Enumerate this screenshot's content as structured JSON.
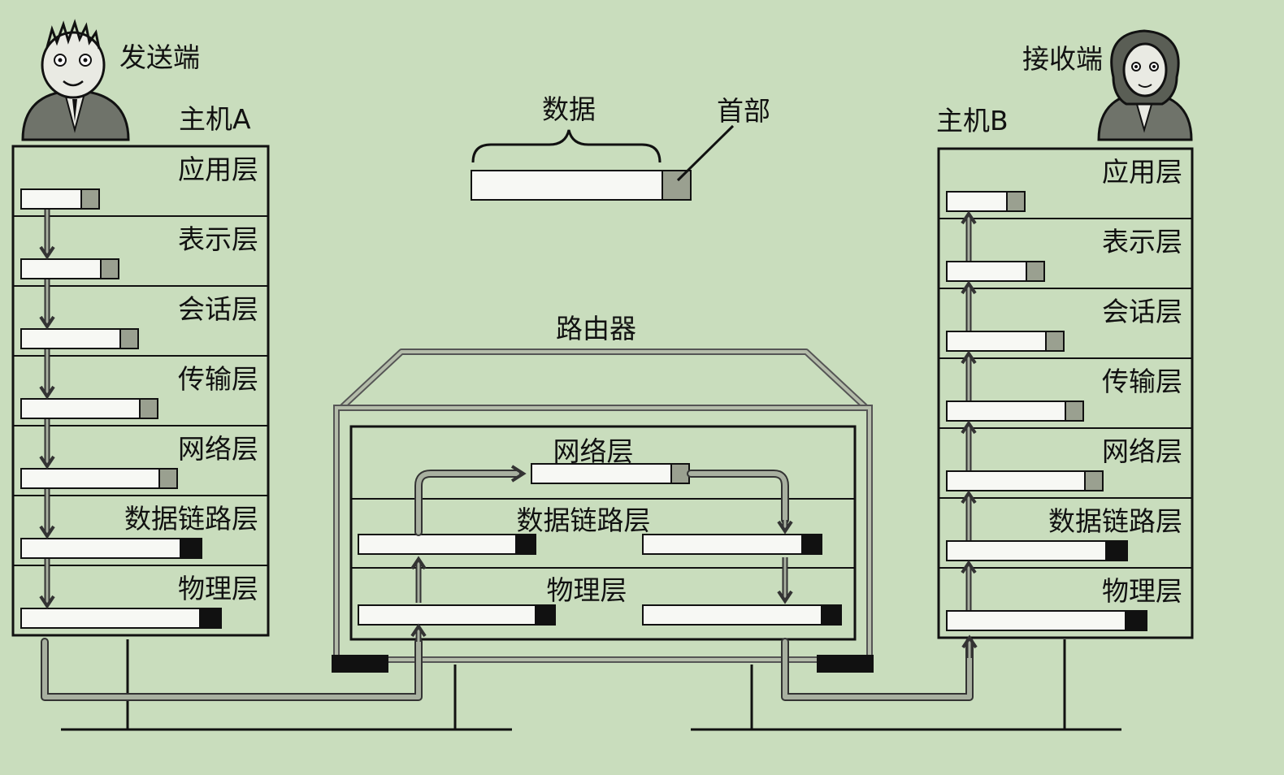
{
  "labels": {
    "sender": "发送端",
    "receiver": "接收端",
    "host_a": "主机A",
    "host_b": "主机B",
    "data": "数据",
    "header": "首部",
    "router": "路由器"
  },
  "host_layers": [
    "应用层",
    "表示层",
    "会话层",
    "传输层",
    "网络层",
    "数据链路层",
    "物理层"
  ],
  "router_layers": [
    "网络层",
    "数据链路层",
    "物理层"
  ],
  "colors": {
    "background": "#c9ddbd",
    "line": "#111111",
    "packet": "#f7f8f4",
    "header_gray": "#9aa090",
    "header_dark": "#111111"
  }
}
